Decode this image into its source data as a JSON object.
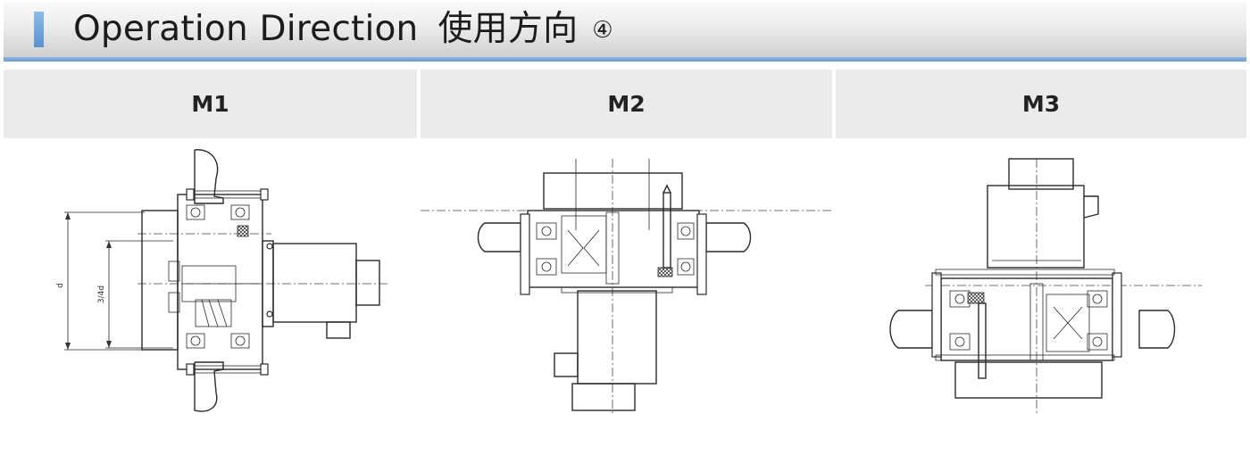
{
  "header": {
    "title_en": "Operation Direction",
    "title_cn": "使用方向",
    "title_num": "④"
  },
  "columns": [
    {
      "label": "M1",
      "dim_d": "d",
      "dim_34d": "3/4d"
    },
    {
      "label": "M2"
    },
    {
      "label": "M3"
    }
  ],
  "colors": {
    "header_rule": "#6e9ad0",
    "accent_bar": "#5a92cf",
    "column_header_bg": "#ebebeb"
  }
}
